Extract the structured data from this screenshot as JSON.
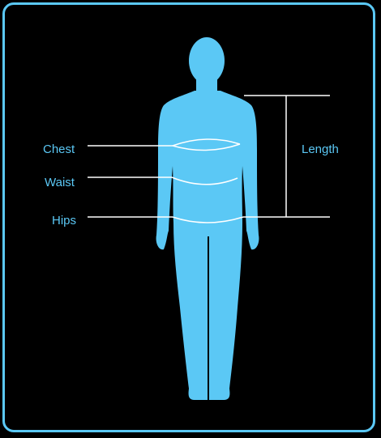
{
  "labels": {
    "chest": "Chest",
    "waist": "Waist",
    "hips": "Hips",
    "length": "Length"
  },
  "colors": {
    "background": "#000000",
    "accent": "#5bc8f5",
    "measure_lines": "#ffffff"
  },
  "figure": {
    "icon": "human-body-silhouette-icon"
  }
}
